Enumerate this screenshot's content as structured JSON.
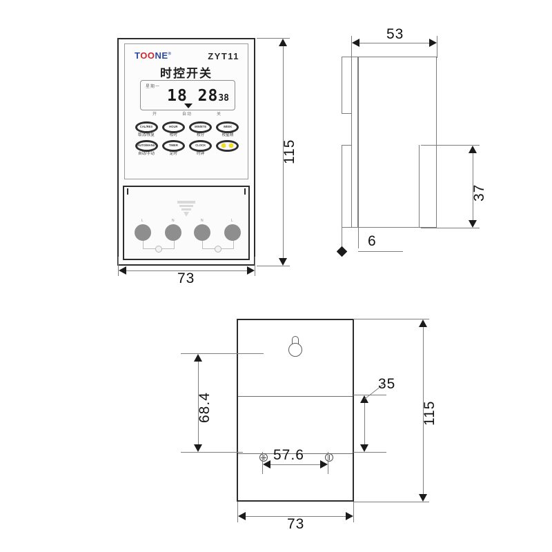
{
  "document": {
    "type": "technical-dimension-drawing",
    "subject": "TOONE ZYT11 time control switch (timer relay)",
    "units": "mm"
  },
  "product": {
    "brand_t": "T",
    "brand_oo": "OO",
    "brand_ne": "NE",
    "brand_reg": "®",
    "model": "ZYT11",
    "chinese_title": "时控开关"
  },
  "display": {
    "weekday": "星期一",
    "time_main": "18 28",
    "time_seconds": "38",
    "mode_labels": [
      "开",
      "自动",
      "关"
    ]
  },
  "buttons": {
    "row1": [
      {
        "code": "CAL/RES",
        "caption": "取消/恢复"
      },
      {
        "code": "HOUR",
        "caption": "校时"
      },
      {
        "code": "MIN/ETE",
        "caption": "校分"
      },
      {
        "code": "WEEK",
        "caption": "校星期"
      }
    ],
    "row2": [
      {
        "code": "AUTO/MANU",
        "caption": "自动/手动"
      },
      {
        "code": "TIMER",
        "caption": "定时"
      },
      {
        "code": "CLOCK",
        "caption": "时钟"
      },
      {
        "code": "",
        "caption": ""
      }
    ]
  },
  "terminals": {
    "labels": [
      "L",
      "N",
      "N",
      "L"
    ]
  },
  "dimensions": {
    "front_height": "115",
    "front_width": "73",
    "side_width": "53",
    "side_step_height": "37",
    "side_bezel": "6",
    "rear_keyhole_from_top": "68.4",
    "rear_lower_band": "35",
    "rear_height": "115",
    "rear_screw_pitch": "57.6",
    "rear_width": "73"
  },
  "colors": {
    "brand_blue": "#2c47a8",
    "brand_red": "#d2262a",
    "led_yellow": "#f2e11a",
    "outline_dark": "#2b2b2b",
    "dimension_line": "#7e7e7e",
    "terminal_gray": "#8e8e8e"
  }
}
